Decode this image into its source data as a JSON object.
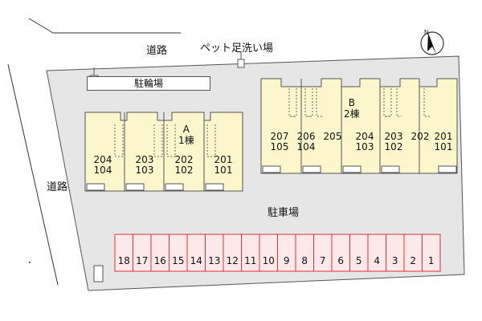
{
  "labels": {
    "road_top": "道路",
    "road_left": "道路",
    "pet_wash": "ペット足洗い場",
    "bicycle_parking": "駐輪場",
    "parking": "駐車場"
  },
  "building_a": {
    "name": "A",
    "floors": "1棟",
    "units": [
      {
        "upper": "204",
        "lower": "104"
      },
      {
        "upper": "203",
        "lower": "103"
      },
      {
        "upper": "202",
        "lower": "102"
      },
      {
        "upper": "201",
        "lower": "101"
      }
    ]
  },
  "building_b": {
    "name": "B",
    "floors": "2棟",
    "units": [
      {
        "upper": "207",
        "lower": "105"
      },
      {
        "upper": "206",
        "lower": "104"
      },
      {
        "upper": "205",
        "lower": ""
      },
      {
        "upper": "204",
        "lower": "103"
      },
      {
        "upper": "203",
        "lower": "102"
      },
      {
        "upper": "202",
        "lower": ""
      },
      {
        "upper": "201",
        "lower": "101"
      }
    ]
  },
  "parking_stalls": [
    "18",
    "17",
    "16",
    "15",
    "14",
    "13",
    "12",
    "11",
    "10",
    "9",
    "8",
    "7",
    "6",
    "5",
    "4",
    "3",
    "2",
    "1"
  ],
  "compass": {
    "letter": "N",
    "icon": "north-arrow-icon"
  },
  "colors": {
    "lot": "#e6e6e6",
    "building": "#fbf6cc",
    "stall_border": "#e0303a",
    "stall_fill": "#fde8ea",
    "outline": "#555555"
  }
}
